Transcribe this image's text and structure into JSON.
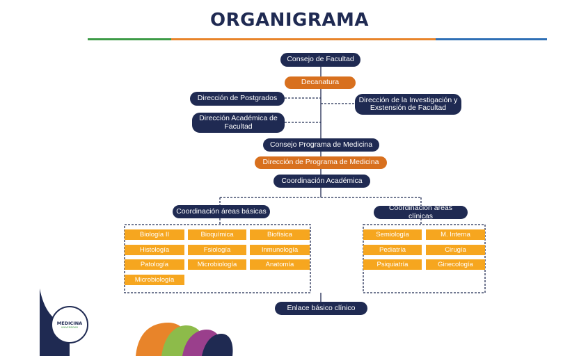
{
  "title": "ORGANIGRAMA",
  "colors": {
    "navy": "#1f2a52",
    "orange": "#d8701e",
    "yellow": "#f6a61f",
    "green": "#3d9b47",
    "blue": "#2e6fb5",
    "purple": "#9a3f8c"
  },
  "nodes": {
    "consejo_facultad": "Consejo de Facultad",
    "decanatura": "Decanatura",
    "direccion_postgrados": "Dirección de Postgrados",
    "direccion_investigacion": "Dirección de la Investigación y Exstensión de Facultad",
    "direccion_academica": "Dirección Académica de Facultad",
    "consejo_programa": "Consejo Programa de Medicina",
    "direccion_programa": "Dirección de Programa de Medicina",
    "coordinacion_academica": "Coordinación Académica",
    "coord_basicas": "Coordinación áreas básicas",
    "coord_clinicas": "Coordinación áreas clínicas",
    "enlace": "Enlace básico clínico"
  },
  "basic_areas": [
    "Biología II",
    "Bioquímica",
    "Biofísica",
    "Histología",
    "Fsiología",
    "Inmunología",
    "Patología",
    "Microbiología",
    "Anatomía",
    "Microbiología"
  ],
  "clinical_areas": [
    "Semiología",
    "M. Interna",
    "Pediatría",
    "Cirugía",
    "Psiquiatría",
    "Ginecología"
  ],
  "logo": {
    "text": "MEDICINA",
    "subtext": "UNIVERSIDAD"
  }
}
